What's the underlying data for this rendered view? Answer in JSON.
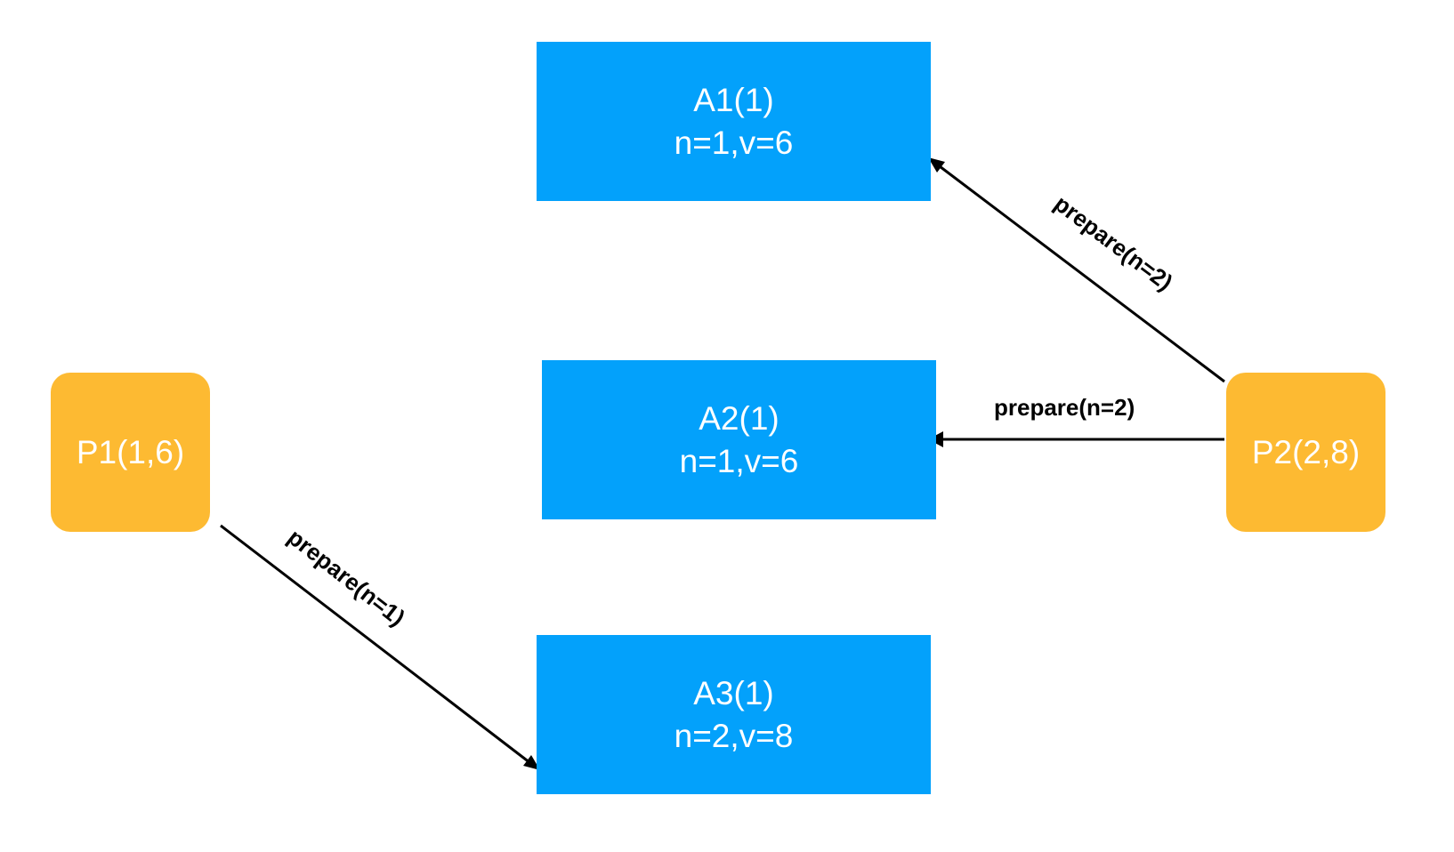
{
  "acceptors": [
    {
      "name": "A1(1)",
      "state": "n=1,v=6"
    },
    {
      "name": "A2(1)",
      "state": "n=1,v=6"
    },
    {
      "name": "A3(1)",
      "state": "n=2,v=8"
    }
  ],
  "proposers": [
    {
      "name": "P1(1,6)"
    },
    {
      "name": "P2(2,8)"
    }
  ],
  "edges": [
    {
      "from": "P2(2,8)",
      "to": "A1(1)",
      "label": "prepare(n=2)"
    },
    {
      "from": "P2(2,8)",
      "to": "A2(1)",
      "label": "prepare(n=2)"
    },
    {
      "from": "P1(1,6)",
      "to": "A3(1)",
      "label": "prepare(n=1)"
    }
  ],
  "colors": {
    "acceptor": "#03a1fb",
    "proposer": "#fdba32",
    "edge": "#000000",
    "node_text": "#ffffff"
  }
}
